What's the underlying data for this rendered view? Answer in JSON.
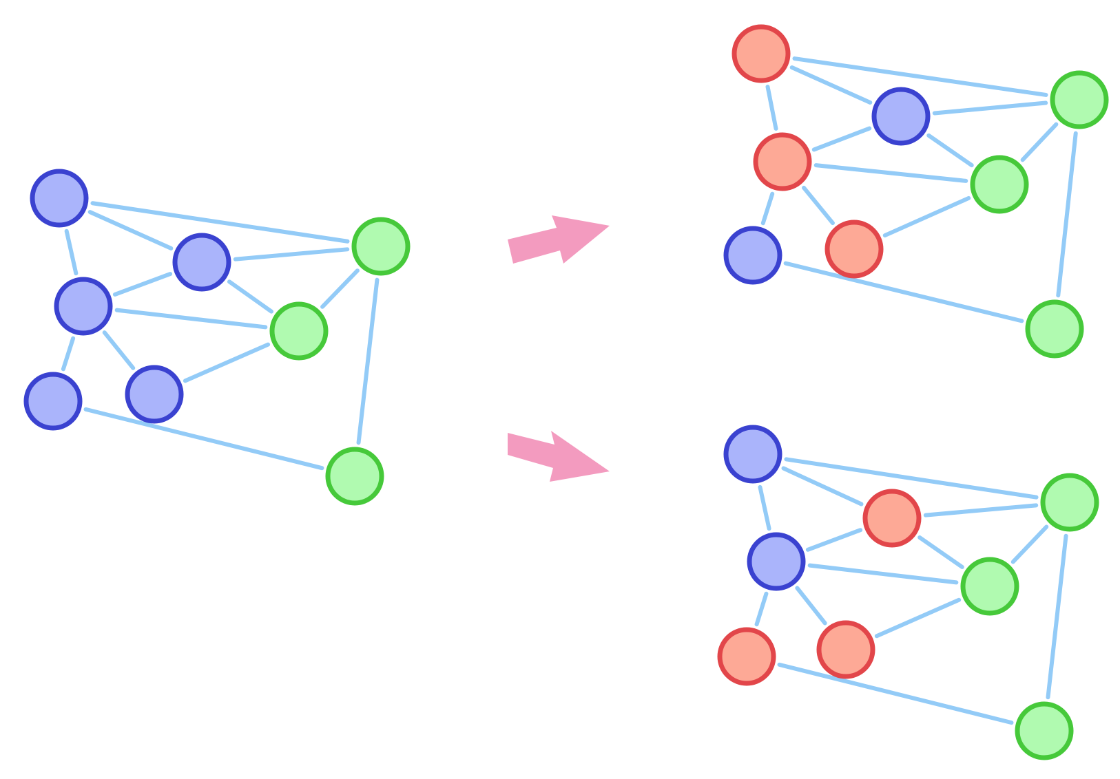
{
  "colors": {
    "background": "#ffffff",
    "edge": "#93cbf7",
    "arrow": "#f39bbf",
    "blue_fill": "#aab4fb",
    "blue_stroke": "#3a42d0",
    "green_fill": "#b0fab0",
    "green_stroke": "#46c93a",
    "red_fill": "#fda996",
    "red_stroke": "#e2464a"
  },
  "graphs": [
    {
      "name": "source-graph",
      "node_colors": [
        "blue",
        "blue",
        "blue",
        "blue",
        "blue",
        "green",
        "green",
        "green"
      ]
    },
    {
      "name": "result-graph-top",
      "node_colors": [
        "red",
        "blue",
        "red",
        "blue",
        "red",
        "green",
        "green",
        "green"
      ]
    },
    {
      "name": "result-graph-bottom",
      "node_colors": [
        "blue",
        "red",
        "blue",
        "red",
        "red",
        "green",
        "green",
        "green"
      ]
    }
  ],
  "edges": [
    [
      0,
      1
    ],
    [
      0,
      2
    ],
    [
      0,
      5
    ],
    [
      1,
      5
    ],
    [
      1,
      2
    ],
    [
      1,
      6
    ],
    [
      2,
      6
    ],
    [
      2,
      4
    ],
    [
      2,
      3
    ],
    [
      4,
      6
    ],
    [
      5,
      6
    ],
    [
      5,
      7
    ],
    [
      3,
      7
    ]
  ],
  "arrows": [
    {
      "name": "arrow-to-top-result"
    },
    {
      "name": "arrow-to-bottom-result"
    }
  ]
}
